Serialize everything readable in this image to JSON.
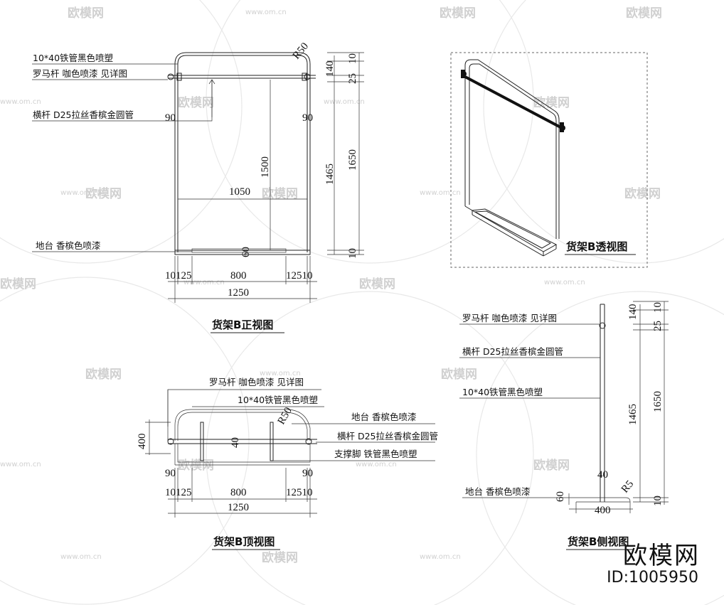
{
  "watermark": {
    "text": "欧模网",
    "url": "www.om.cn"
  },
  "brand": {
    "name": "欧模网",
    "id": "ID:1005950"
  },
  "front_view": {
    "title": "货架B正视图",
    "labels": {
      "tube": "10*40铁管黑色喷塑",
      "roman_rod": "罗马杆 咖色喷漆 见详图",
      "crossbar": "横杆 D25拉丝香槟金圆管",
      "base": "地台 香槟色喷漆"
    },
    "dims": {
      "r50": "R50",
      "d140": "140",
      "d25": "25",
      "d10a": "10",
      "d1465": "1465",
      "d1650": "1650",
      "d1500": "1500",
      "d1050": "1050",
      "d90l": "90",
      "d90r": "90",
      "d60": "60",
      "d10b": "10",
      "d10125": "10125",
      "d800": "800",
      "d12510": "12510",
      "d1250": "1250"
    }
  },
  "perspective_view": {
    "title": "货架B透视图"
  },
  "top_view": {
    "title": "货架B顶视图",
    "labels": {
      "roman_rod": "罗马杆 咖色喷漆 见详图",
      "tube": "10*40铁管黑色喷塑",
      "base": "地台 香槟色喷漆",
      "crossbar": "横杆 D25拉丝香槟金圆管",
      "foot": "支撑脚 铁管黑色喷塑"
    },
    "dims": {
      "r50": "R50",
      "d400": "400",
      "d40": "40",
      "d90l": "90",
      "d90r": "90",
      "d10125": "10125",
      "d800": "800",
      "d12510": "12510",
      "d1250": "1250"
    }
  },
  "side_view": {
    "title": "货架B侧视图",
    "labels": {
      "roman_rod": "罗马杆 咖色喷漆 见详图",
      "crossbar": "横杆 D25拉丝香槟金圆管",
      "tube": "10*40铁管黑色喷塑",
      "base": "地台 香槟色喷漆"
    },
    "dims": {
      "d140": "140",
      "d25": "25",
      "d10a": "10",
      "d1465": "1465",
      "d1650": "1650",
      "d40": "40",
      "r5": "R5",
      "d60": "60",
      "d10b": "10",
      "d400": "400"
    }
  }
}
